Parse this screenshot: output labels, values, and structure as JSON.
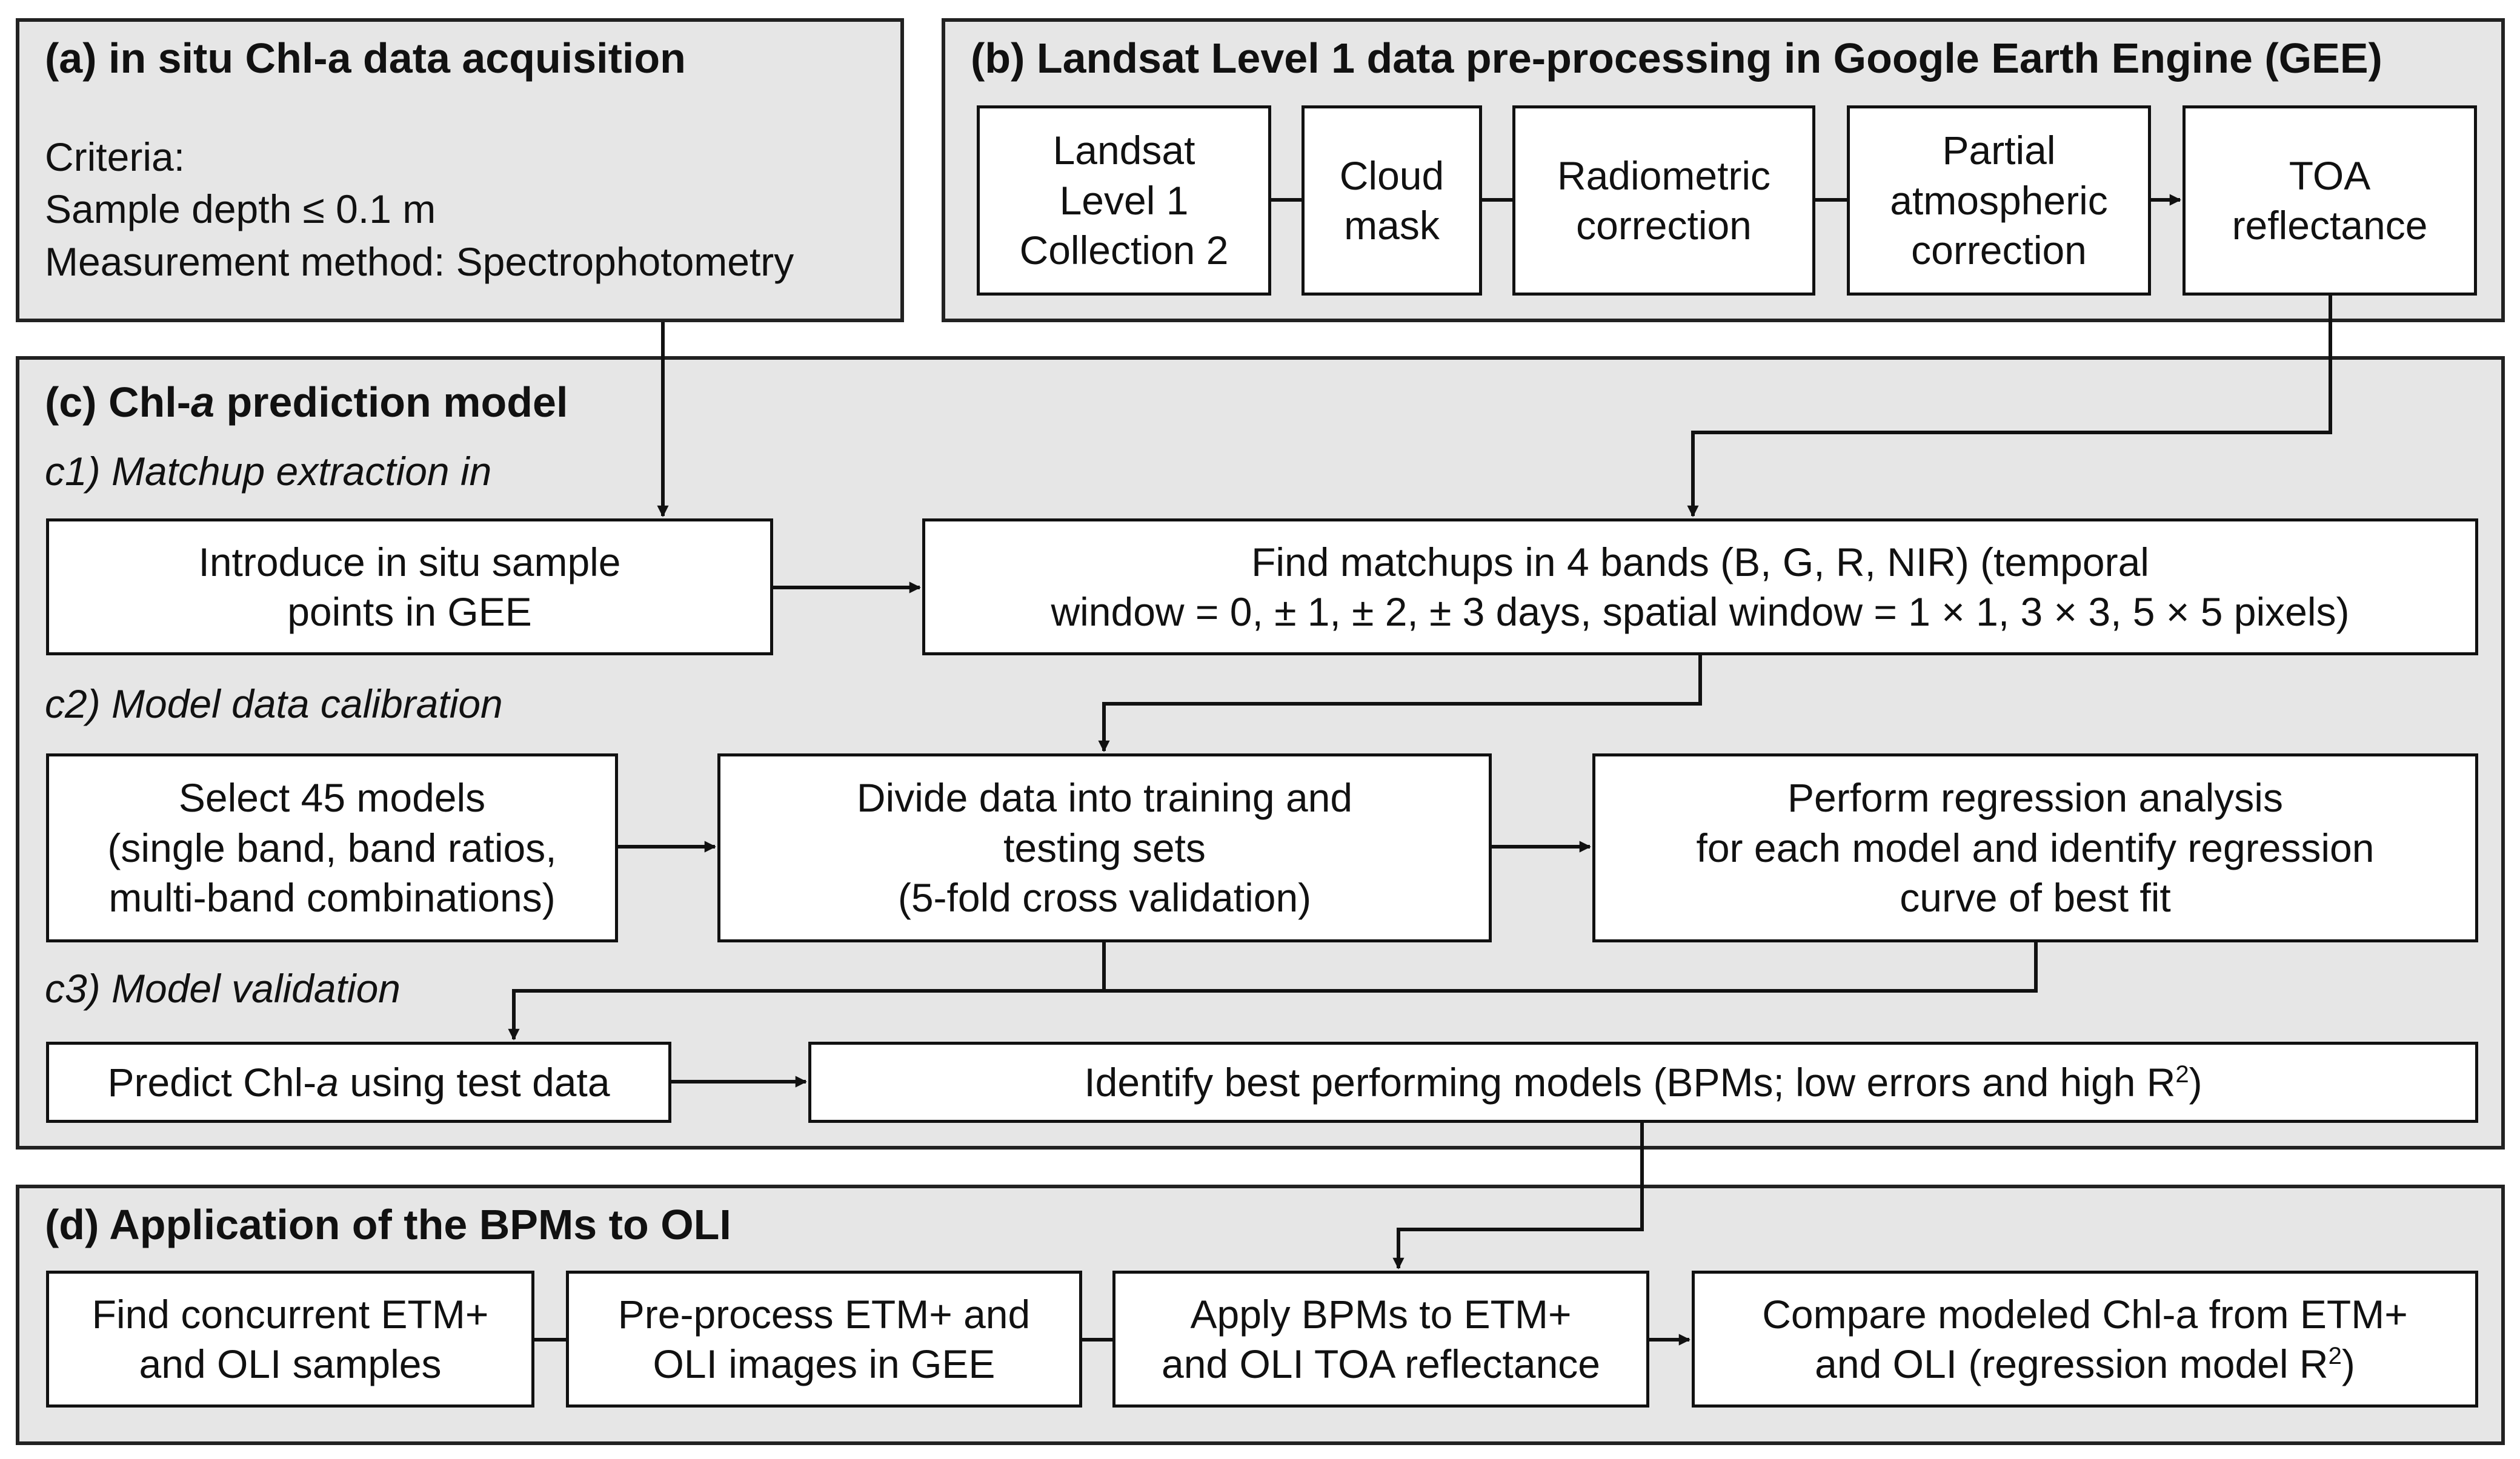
{
  "panel_a": {
    "title": "(a) in situ Chl-a data acquisition",
    "criteria_lines": [
      "Criteria:",
      "Sample depth ≤ 0.1 m",
      "Measurement method: Spectrophotometry"
    ]
  },
  "panel_b": {
    "title": "(b) Landsat Level 1 data pre-processing in Google Earth Engine (GEE)",
    "steps": [
      {
        "lines": [
          "Landsat",
          "Level 1",
          "Collection 2"
        ]
      },
      {
        "lines": [
          "Cloud",
          "mask"
        ]
      },
      {
        "lines": [
          "Radiometric",
          "correction"
        ]
      },
      {
        "lines": [
          "Partial",
          "atmospheric",
          "correction"
        ]
      },
      {
        "lines": [
          "TOA",
          "reflectance"
        ]
      }
    ]
  },
  "panel_c": {
    "title_prefix": "(c) Chl-",
    "title_italic": "a",
    "title_suffix": " prediction model",
    "c1": {
      "label": "c1) Matchup extraction in",
      "introduce": [
        "Introduce in situ sample",
        "points in GEE"
      ],
      "find": [
        "Find matchups in 4 bands (B, G, R, NIR) (temporal",
        "window = 0, ± 1, ± 2, ± 3 days, spatial window = 1 × 1, 3 × 3, 5 × 5 pixels)"
      ]
    },
    "c2": {
      "label": "c2) Model data calibration",
      "select": [
        "Select 45 models",
        "(single band, band ratios,",
        "multi-band combinations)"
      ],
      "divide": [
        "Divide data into training and",
        "testing sets",
        "(5-fold cross validation)"
      ],
      "regression": [
        "Perform regression analysis",
        "for each model and identify regression",
        "curve of best fit"
      ]
    },
    "c3": {
      "label": "c3) Model validation",
      "predict_prefix": "Predict Chl-",
      "predict_italic": "a",
      "predict_suffix": " using test data",
      "identify_text": "Identify best performing models (BPMs; low errors and high R",
      "identify_sup": "2",
      "identify_close": ")"
    }
  },
  "panel_d": {
    "title": "(d) Application of the BPMs to OLI",
    "find_concurrent": [
      "Find concurrent ETM+",
      "and OLI samples"
    ],
    "preprocess": [
      "Pre-process ETM+ and",
      "OLI images in GEE"
    ],
    "apply": [
      "Apply BPMs to ETM+",
      "and OLI TOA reflectance"
    ],
    "compare_line1": "Compare modeled Chl-a from ETM+",
    "compare_line2_text": "and OLI (regression model R",
    "compare_line2_sup": "2",
    "compare_line2_close": ")"
  },
  "colors": {
    "panel_fill": "#e6e6e6",
    "box_fill": "#ffffff",
    "stroke": "#111111"
  }
}
